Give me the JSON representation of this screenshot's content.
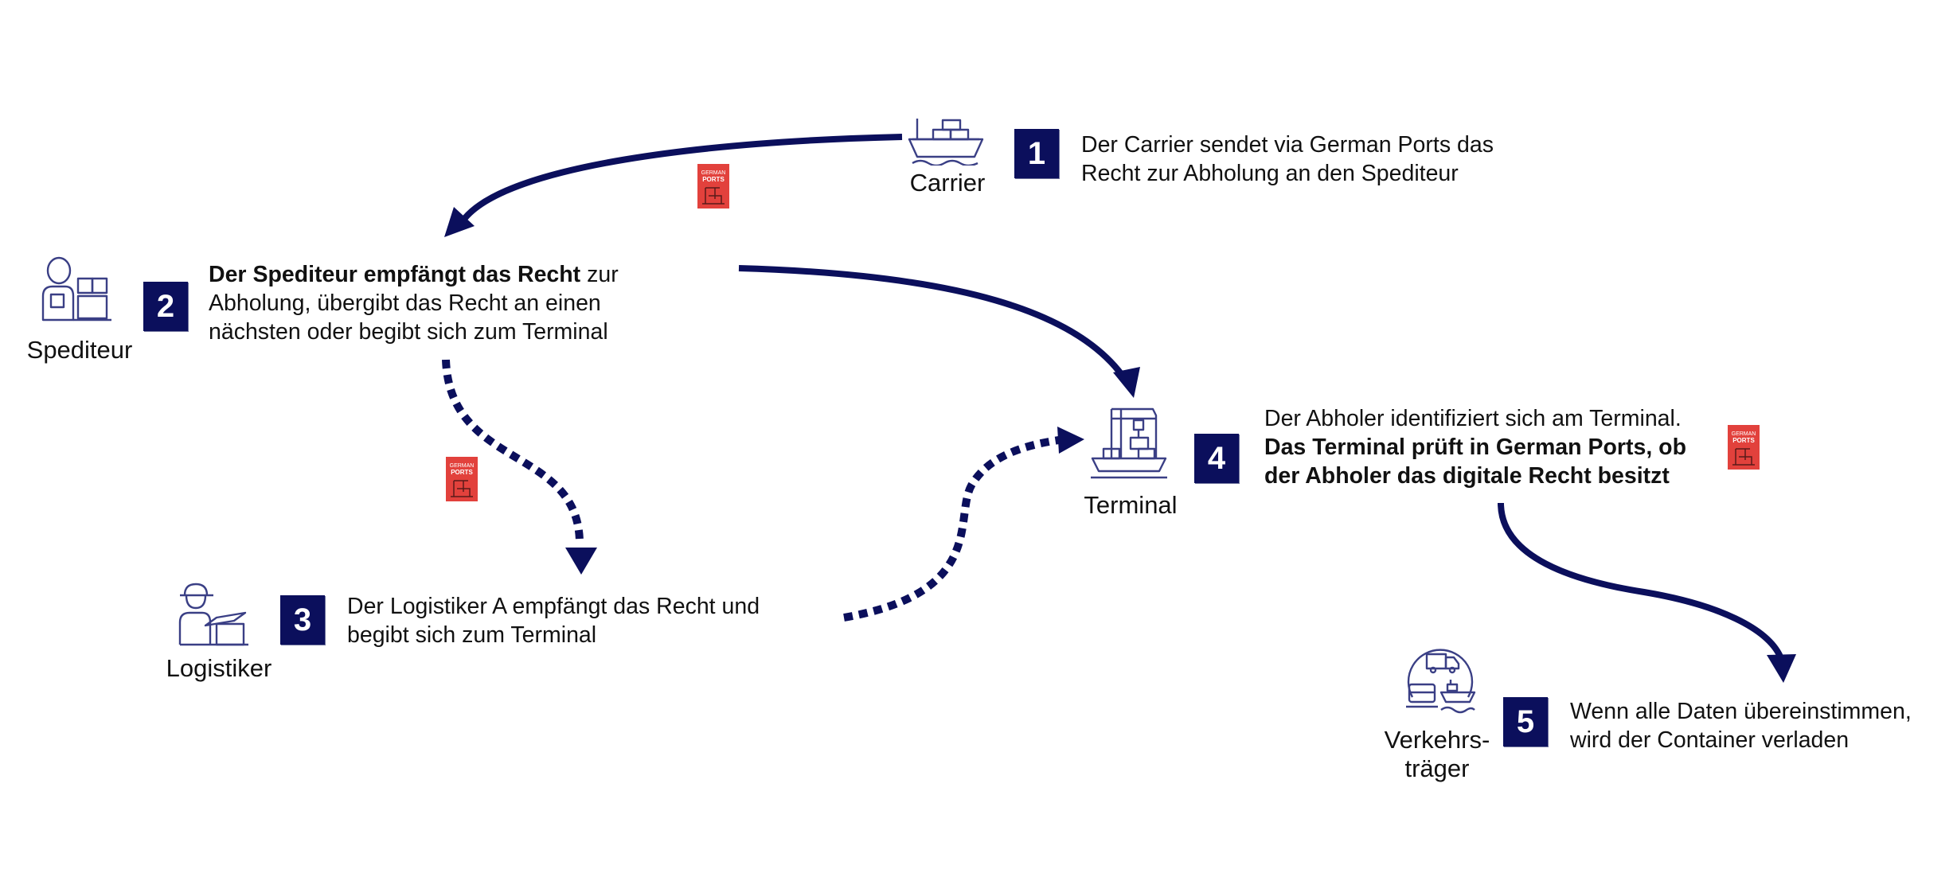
{
  "actors": {
    "carrier": {
      "label": "Carrier",
      "icon": "ship-icon"
    },
    "spediteur": {
      "label": "Spediteur",
      "icon": "forwarder-icon"
    },
    "logistiker": {
      "label": "Logistiker",
      "icon": "logistics-worker-icon"
    },
    "terminal": {
      "label": "Terminal",
      "icon": "container-crane-icon"
    },
    "verkehrstraeger": {
      "label_line1": "Verkehrs-",
      "label_line2": "träger",
      "icon": "transport-modes-icon"
    }
  },
  "steps": [
    {
      "number": "1",
      "line1": "Der Carrier sendet via German Ports das",
      "line2": "Recht zur Abholung an den Spediteur"
    },
    {
      "number": "2",
      "line1_bold": "Der Spediteur empfängt das Recht",
      "line1_rest": " zur",
      "line2": "Abholung, übergibt das Recht an einen",
      "line3": "nächsten oder begibt sich zum Terminal"
    },
    {
      "number": "3",
      "line1": "Der Logistiker A empfängt das Recht und",
      "line2": "begibt sich zum Terminal"
    },
    {
      "number": "4",
      "line1": "Der Abholer identifiziert sich am Terminal.",
      "line2_bold": "Das Terminal prüft in German Ports, ob",
      "line3_bold": "der Abholer das digitale Recht besitzt"
    },
    {
      "number": "5",
      "line1": "Wenn alle Daten übereinstimmen,",
      "line2": "wird der Container verladen"
    }
  ],
  "logo": {
    "text_line1": "GERMAN",
    "text_line2": "PORTS"
  },
  "colors": {
    "navy": "#0b0f5c",
    "icon": "#3a3f85",
    "logo_red": "#e2413c",
    "text": "#111111"
  }
}
